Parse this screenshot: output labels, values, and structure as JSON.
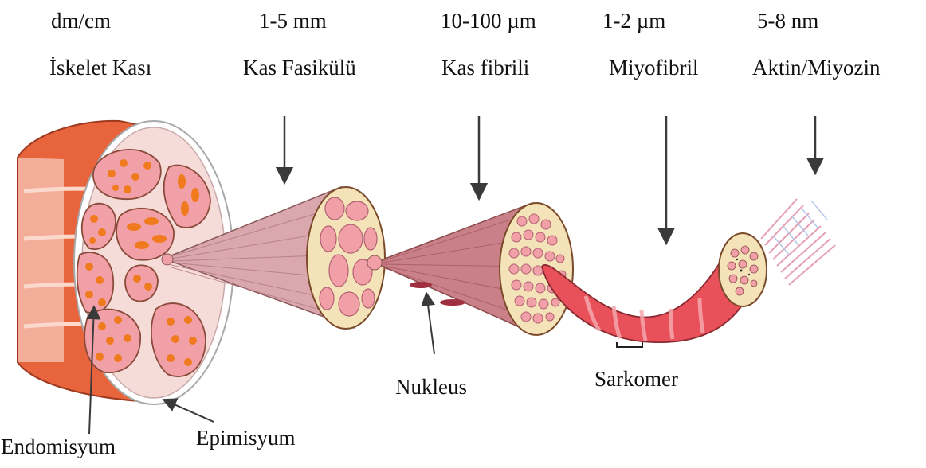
{
  "scales": [
    {
      "size": "dm/cm",
      "name": "İskelet Kası"
    },
    {
      "size": "1-5 mm",
      "name": "Kas Fasikülü"
    },
    {
      "size": "10-100 µm",
      "name": "Kas fibrili"
    },
    {
      "size": "1-2 µm",
      "name": "Miyofibril"
    },
    {
      "size": "5-8 nm",
      "name": "Aktin/Miyozin"
    }
  ],
  "labels": {
    "nucleus": "Nukleus",
    "sarcomere": "Sarkomer",
    "endomysium": "Endomisyum",
    "epimysium": "Epimisyum"
  },
  "colors": {
    "muscle_outer": "#e8643c",
    "fascicle_pink": "#f2a0a8",
    "bundle_orange": "#f07a1e",
    "sheath": "#f6dcd8",
    "myofibril_red": "#e8505a",
    "filament": "#e6a0b4"
  }
}
